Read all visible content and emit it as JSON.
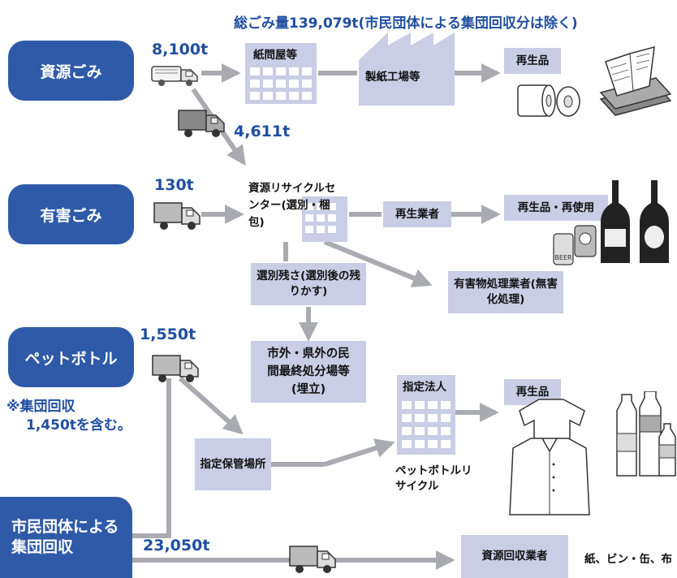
{
  "header": {
    "total": "総ごみ量139,079t(市民団体による集団回収分は除く)"
  },
  "sources": {
    "shigen": "資源ごみ",
    "yugai": "有害ごみ",
    "pet": "ペットボトル",
    "shimin": "市民団体による集団回収"
  },
  "quantities": {
    "shigen": "8,100t",
    "shigen_recycle": "4,611t",
    "yugai": "130t",
    "pet": "1,550t",
    "shimin": "23,050t"
  },
  "nodes": {
    "kamidonya": "紙問屋等",
    "seishi": "製紙工場等",
    "saisei1": "再生品",
    "recycle_center": "資源リサイクルセンター(選別・梱包)",
    "saisei_gyosha": "再生業者",
    "saisei_saishiyo": "再生品・再使用",
    "yugai_shori": "有害物処理業者(無害化処理)",
    "senbetsu_zansa": "選別残さ(選別後の残りかす)",
    "saishu": "市外・県外の民間最終処分場等(埋立)",
    "shitei_hojin": "指定法人",
    "pet_recycle": "ペットボトルリサイクル",
    "saisei2": "再生品",
    "hokan": "指定保管場所",
    "kaishu_gyosha": "資源回収業者",
    "items": "紙、ビン・缶、布"
  },
  "note": {
    "line1": "※集団回収",
    "line2": "1,450tを含む。"
  },
  "colors": {
    "accent": "#2e5aa8",
    "box": "#c9cde5",
    "arrow": "#a9abb1",
    "text_blue": "#1f4fa0"
  }
}
